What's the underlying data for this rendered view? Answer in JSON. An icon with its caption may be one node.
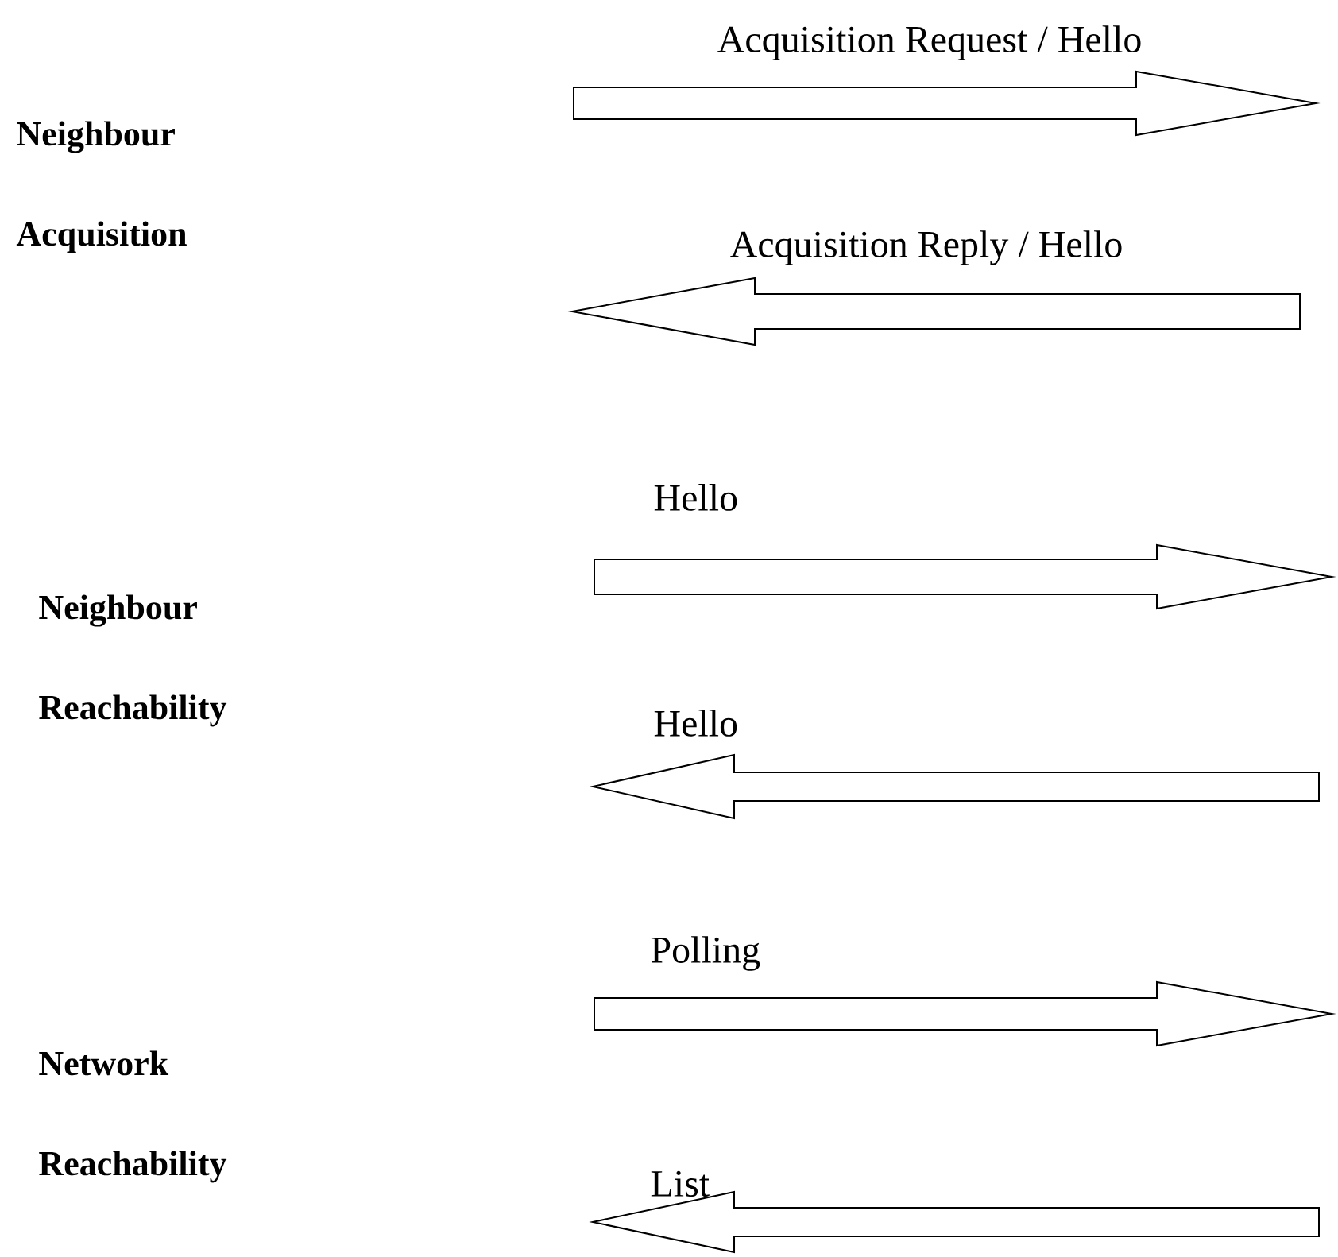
{
  "diagram": {
    "labels": [
      "Acquisition Request / Hello",
      "Neighbour Acquisition",
      "Acquisition Reply / Hello",
      "Hello",
      "Neighbour Reachability",
      "Hello",
      "Polling",
      "Network Reachability",
      "List"
    ]
  }
}
